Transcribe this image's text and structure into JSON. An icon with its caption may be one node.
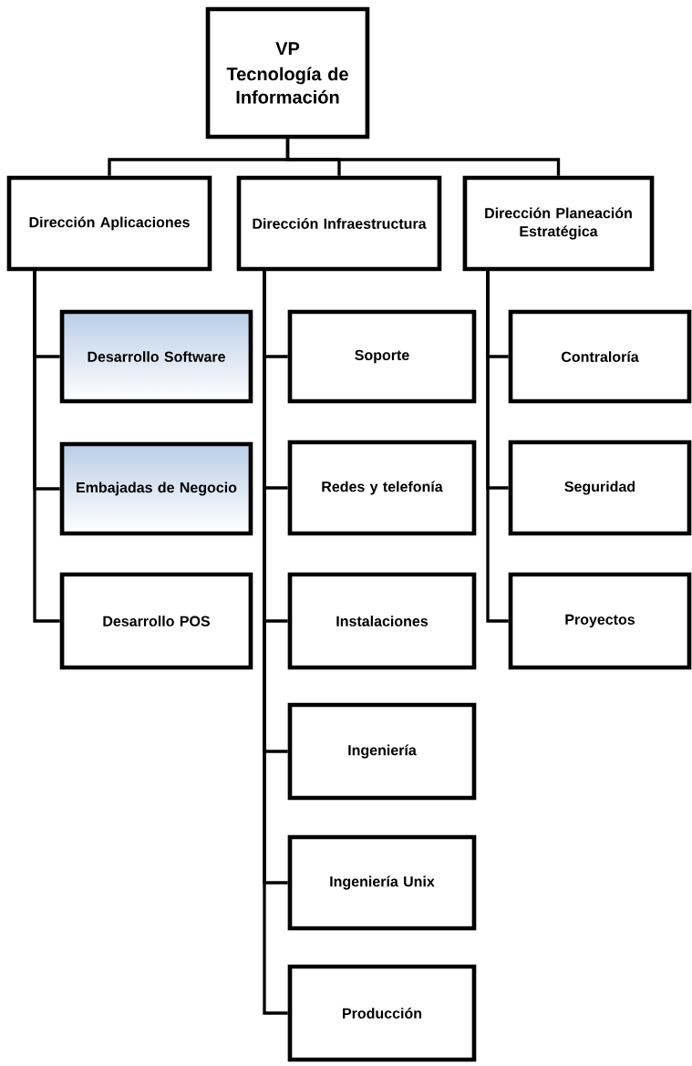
{
  "diagram": {
    "nodes": [
      {
        "text": [
          "VP",
          "Tecnología de Información"
        ]
      },
      {
        "text": [
          "Dirección Aplicaciones"
        ]
      },
      {
        "text": [
          "Dirección Infraestructura"
        ]
      },
      {
        "text": [
          "Dirección Planeación Estratégica"
        ]
      },
      {
        "text": [
          "Desarrollo Software"
        ]
      },
      {
        "text": [
          "Embajadas de Negocio"
        ]
      },
      {
        "text": [
          "Desarrollo POS"
        ]
      },
      {
        "text": [
          "Soporte"
        ]
      },
      {
        "text": [
          "Redes y telefonía"
        ]
      },
      {
        "text": [
          "Instalaciones"
        ]
      },
      {
        "text": [
          "Ingeniería"
        ]
      },
      {
        "text": [
          "Ingeniería Unix"
        ]
      },
      {
        "text": [
          "Producción"
        ]
      },
      {
        "text": [
          "Contraloría"
        ]
      },
      {
        "text": [
          "Seguridad"
        ]
      },
      {
        "text": [
          "Proyectos"
        ]
      }
    ],
    "edges": [
      {
        "from": 0,
        "to": 1,
        "arrow": "none"
      },
      {
        "from": 0,
        "to": 2,
        "arrow": "none"
      },
      {
        "from": 0,
        "to": 3,
        "arrow": "none"
      },
      {
        "from": 1,
        "to": 4,
        "arrow": "none"
      },
      {
        "from": 1,
        "to": 5,
        "arrow": "none"
      },
      {
        "from": 1,
        "to": 6,
        "arrow": "none"
      },
      {
        "from": 2,
        "to": 7,
        "arrow": "none"
      },
      {
        "from": 2,
        "to": 8,
        "arrow": "none"
      },
      {
        "from": 2,
        "to": 9,
        "arrow": "none"
      },
      {
        "from": 2,
        "to": 10,
        "arrow": "none"
      },
      {
        "from": 2,
        "to": 11,
        "arrow": "none"
      },
      {
        "from": 2,
        "to": 12,
        "arrow": "none"
      },
      {
        "from": 3,
        "to": 13,
        "arrow": "none"
      },
      {
        "from": 3,
        "to": 14,
        "arrow": "none"
      },
      {
        "from": 3,
        "to": 15,
        "arrow": "none"
      }
    ]
  }
}
